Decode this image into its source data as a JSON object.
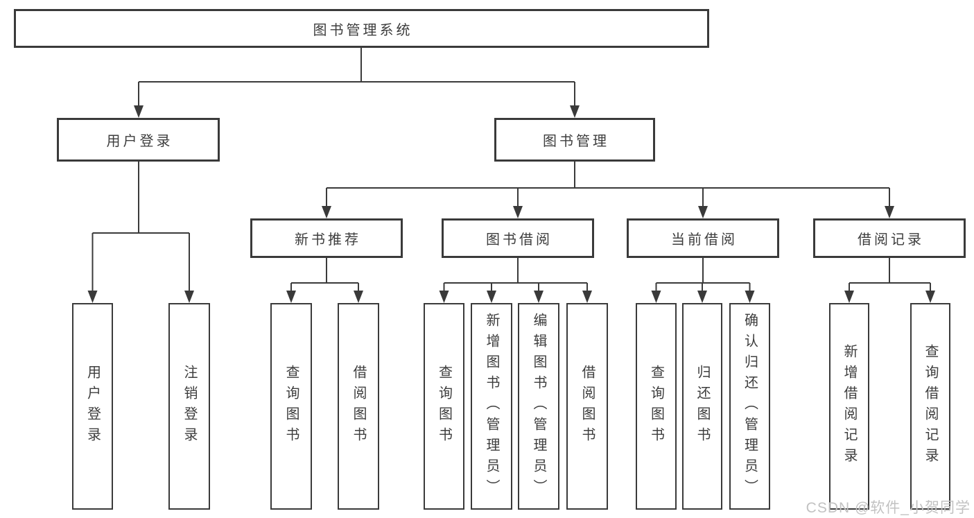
{
  "diagram": {
    "root": "图书管理系统",
    "level2": {
      "left": "用户登录",
      "right": "图书管理"
    },
    "level3": [
      "新书推荐",
      "图书借阅",
      "当前借阅",
      "借阅记录"
    ],
    "leaves": {
      "user_login": [
        "用户登录",
        "注销登录"
      ],
      "new_book_recommend": [
        "查询图书",
        "借阅图书"
      ],
      "book_borrow": [
        "查询图书",
        "新增图书（管理员）",
        "编辑图书（管理员）",
        "借阅图书"
      ],
      "current_borrow": [
        "查询图书",
        "归还图书",
        "确认归还（管理员）"
      ],
      "borrow_records": [
        "新增借阅记录",
        "查询借阅记录"
      ]
    }
  },
  "watermark": "CSDN @软件_小贺同学",
  "colors": {
    "line": "#3a3a3a",
    "text": "#3d3d3d",
    "box_background": "#ffffff",
    "watermark": "#c2c2c2"
  }
}
